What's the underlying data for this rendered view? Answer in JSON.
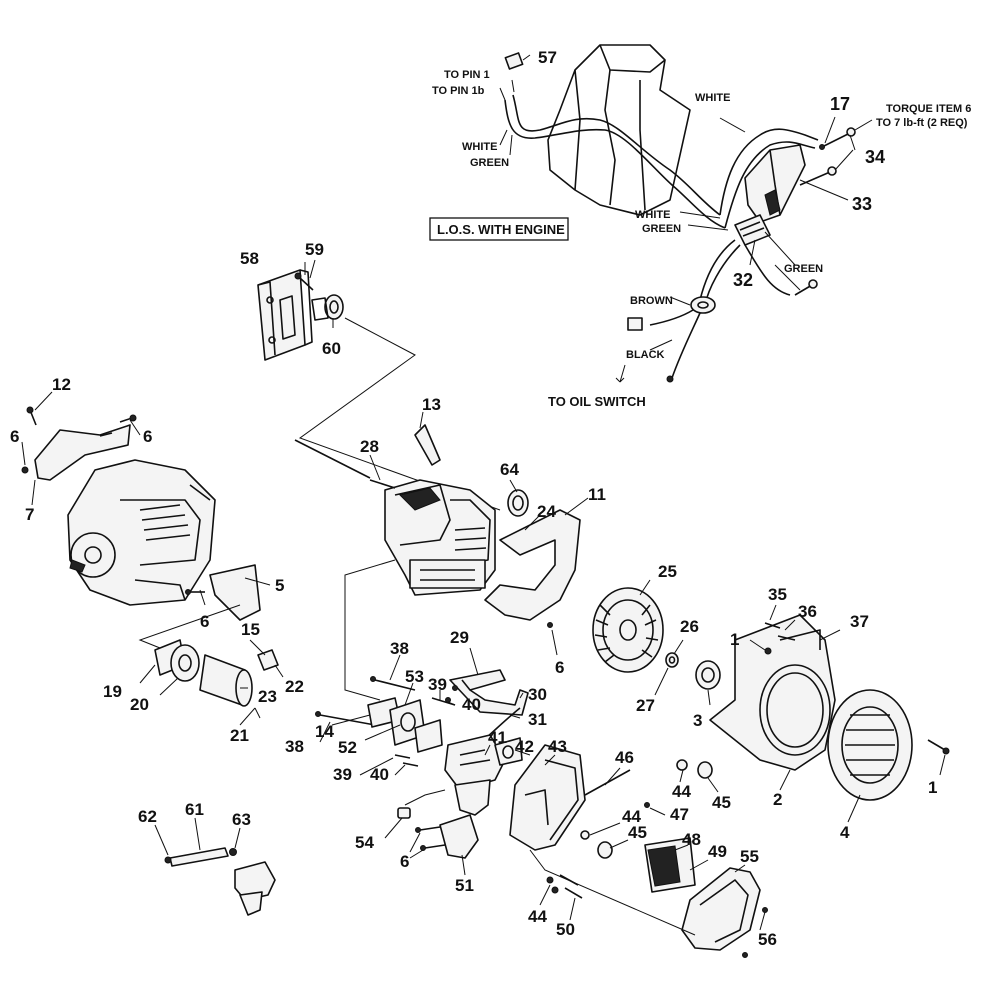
{
  "labels": {
    "to_pin_1": "TO PIN 1",
    "to_pin_1b": "TO PIN 1b",
    "white_left": "WHITE",
    "green_left": "GREEN",
    "white_top": "WHITE",
    "torque_1": "TORQUE ITEM 6",
    "torque_2": "TO 7 lb-ft (2 REQ)",
    "los_box": "L.O.S. WITH ENGINE",
    "white_mid": "WHITE",
    "green_mid": "GREEN",
    "green_right": "GREEN",
    "brown": "BROWN",
    "black": "BLACK",
    "to_oil_switch": "TO OIL SWITCH"
  },
  "callouts": {
    "n57": "57",
    "n17": "17",
    "n34": "34",
    "n33": "33",
    "n32": "32",
    "n58": "58",
    "n59": "59",
    "n60": "60",
    "n12": "12",
    "n6a": "6",
    "n6b": "6",
    "n7": "7",
    "n13": "13",
    "n28": "28",
    "n64": "64",
    "n24": "24",
    "n11": "11",
    "n5": "5",
    "n6c": "6",
    "n15": "15",
    "n19": "19",
    "n20": "20",
    "n22": "22",
    "n23": "23",
    "n21": "21",
    "n25": "25",
    "n26": "26",
    "n27": "27",
    "n3": "3",
    "n6d": "6",
    "n35": "35",
    "n36": "36",
    "n37": "37",
    "n1a": "1",
    "n1b": "1",
    "n2": "2",
    "n4": "4",
    "n38a": "38",
    "n53": "53",
    "n39a": "39",
    "n40a": "40",
    "n29": "29",
    "n30": "30",
    "n31": "31",
    "n38b": "38",
    "n14": "14",
    "n52": "52",
    "n39b": "39",
    "n40b": "40",
    "n41": "41",
    "n42": "42",
    "n43": "43",
    "n46": "46",
    "n44a": "44",
    "n45a": "45",
    "n47": "47",
    "n44b": "44",
    "n45b": "45",
    "n48": "48",
    "n49": "49",
    "n55": "55",
    "n54": "54",
    "n6e": "6",
    "n51": "51",
    "n62": "62",
    "n61": "61",
    "n63": "63",
    "n44c": "44",
    "n50": "50",
    "n56": "56"
  }
}
